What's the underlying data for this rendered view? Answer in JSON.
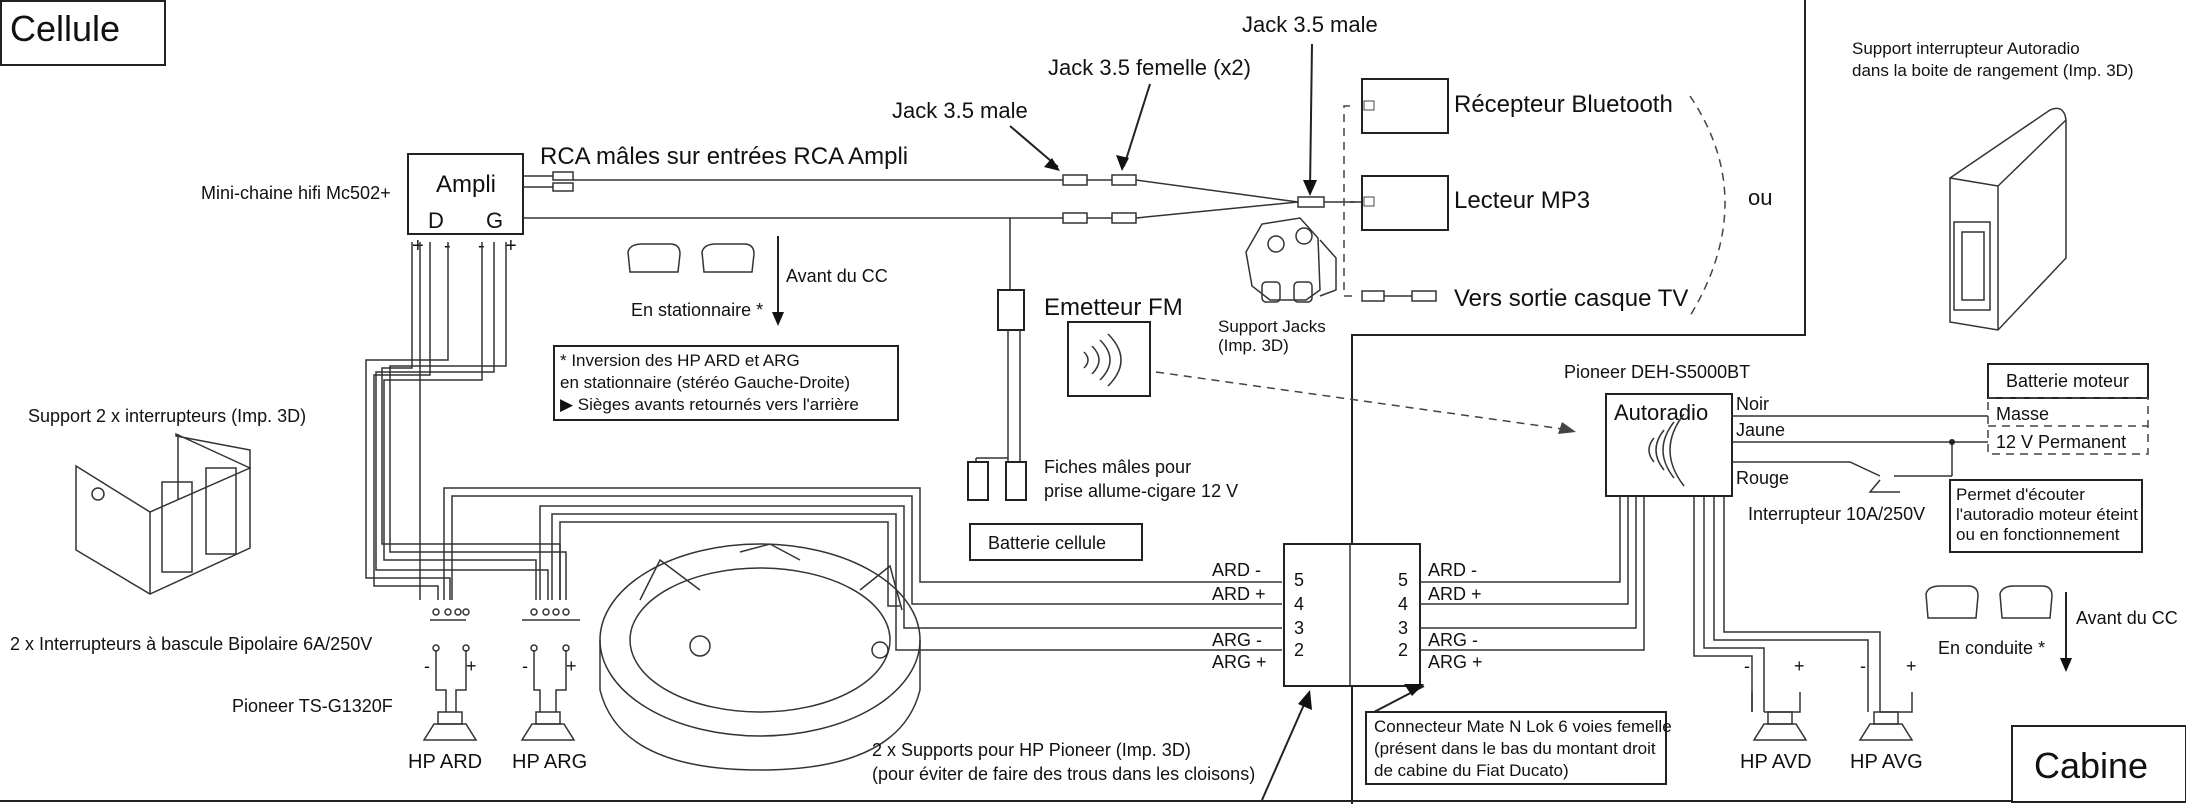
{
  "title_cellule": "Cellule",
  "title_cabine": "Cabine",
  "ampli": {
    "label": "Ampli",
    "left": "D",
    "right": "G",
    "source": "Mini-chaine hifi Mc502+"
  },
  "rca_label": "RCA mâles sur entrées RCA Ampli",
  "jack_male_left": "Jack 3.5 male",
  "jack_femelle": "Jack 3.5 femelle (x2)",
  "jack_male_top": "Jack 3.5 male",
  "bluetooth": "Récepteur Bluetooth",
  "mp3": "Lecteur  MP3",
  "casque": "Vers sortie casque TV",
  "ou": "ou",
  "support_jacks": [
    "Support Jacks",
    "(Imp. 3D)"
  ],
  "emetteur_fm": "Emetteur FM",
  "fiches": [
    "Fiches mâles pour",
    "prise allume-cigare 12 V"
  ],
  "batterie_cellule": "Batterie cellule",
  "avant_cc_1": "Avant du CC",
  "en_stationnaire": "En stationnaire *",
  "note_inversion": [
    "* Inversion des HP ARD et ARG",
    "en stationnaire (stéréo Gauche-Droite)",
    "▶ Sièges avants retournés vers l'arrière"
  ],
  "support_2_interrupteurs": "Support 2 x interrupteurs (Imp. 3D)",
  "interrupteurs_bascule": "2 x Interrupteurs à bascule Bipolaire 6A/250V",
  "pioneer_ts": "Pioneer TS-G1320F",
  "hp_ard": "HP ARD",
  "hp_arg": "HP ARG",
  "supports_hp": [
    "2 x Supports pour HP Pioneer (Imp. 3D)",
    "(pour éviter de faire des trous dans les cloisons)"
  ],
  "connector_left": [
    {
      "label": "ARD -",
      "num": "5"
    },
    {
      "label": "ARD +",
      "num": "4"
    },
    {
      "label": "",
      "num": "3"
    },
    {
      "label": "ARG -",
      "num": "2"
    },
    {
      "label": "ARG +",
      "num": ""
    }
  ],
  "connector_right": [
    {
      "label": "ARD -",
      "num": "5"
    },
    {
      "label": "ARD +",
      "num": "4"
    },
    {
      "label": "",
      "num": "3"
    },
    {
      "label": "ARG -",
      "num": "2"
    },
    {
      "label": "ARG +",
      "num": ""
    }
  ],
  "connecteur_note": [
    "Connecteur Mate N Lok 6 voies femelle",
    "(présent dans le bas du montant droit",
    "de cabine du Fiat Ducato)"
  ],
  "pioneer_deh": "Pioneer DEH-S5000BT",
  "autoradio": "Autoradio",
  "noir": "Noir",
  "jaune": "Jaune",
  "rouge": "Rouge",
  "batterie_moteur": "Batterie moteur",
  "masse": "Masse",
  "permanent": "12 V Permanent",
  "interrupteur_10a": "Interrupteur 10A/250V",
  "permet": [
    "Permet d'écouter",
    "l'autoradio moteur éteint",
    "ou en fonctionnement"
  ],
  "support_interrupteur_autoradio": [
    "Support interrupteur Autoradio",
    "dans la boite de rangement (Imp. 3D)"
  ],
  "avant_cc_2": "Avant du CC",
  "en_conduite": "En conduite *",
  "hp_avd": "HP AVD",
  "hp_avg": "HP AVG",
  "plus": "+",
  "minus": "-"
}
